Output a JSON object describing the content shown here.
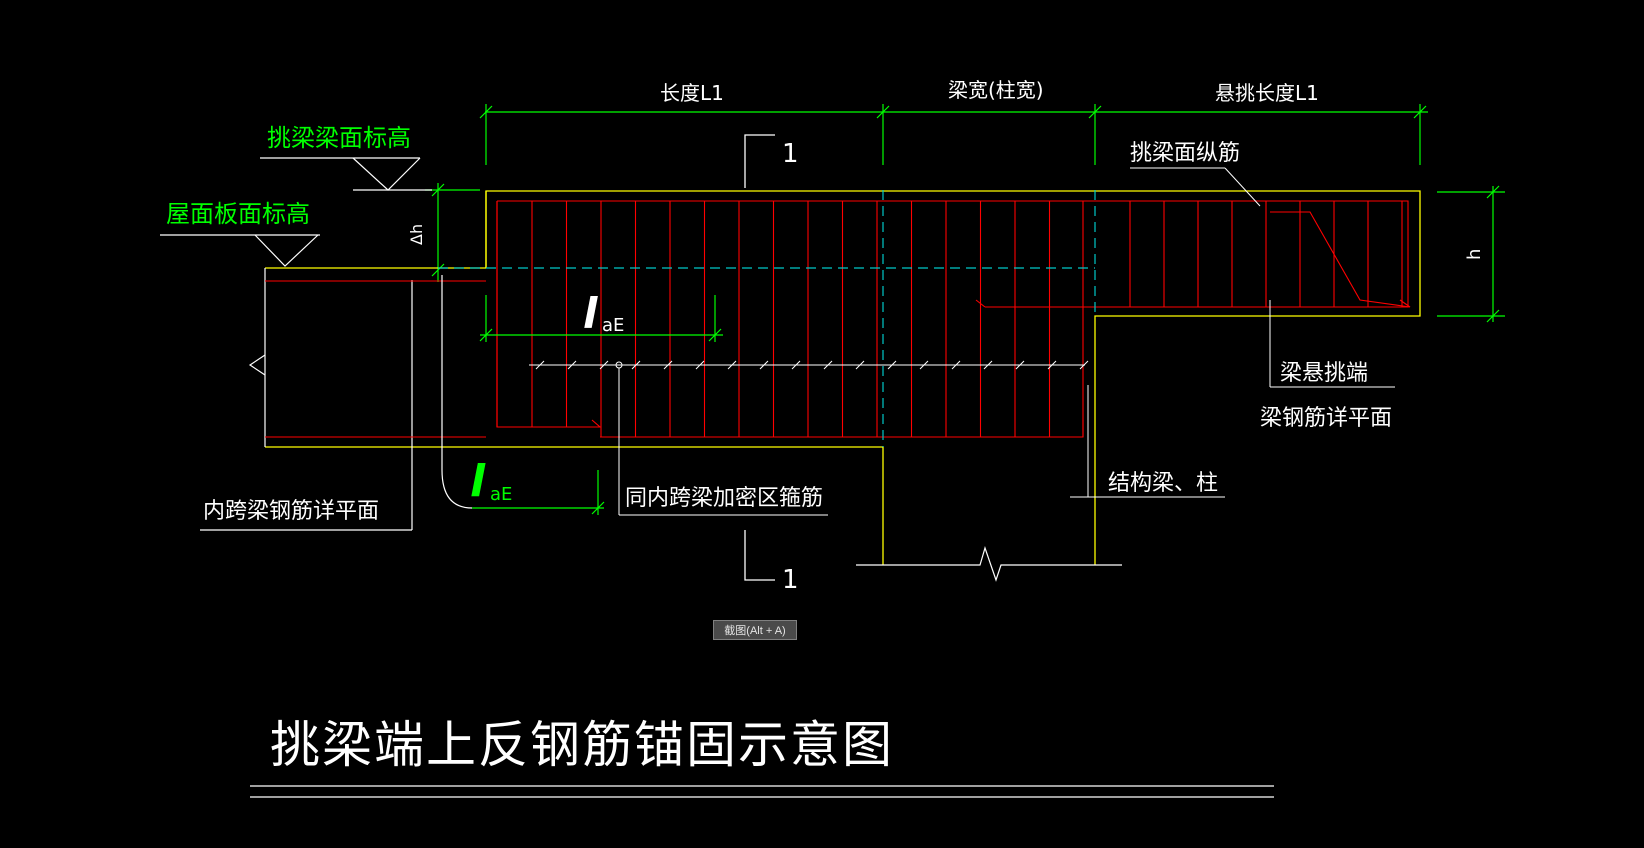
{
  "colors": {
    "background": "#000000",
    "white": "#ffffff",
    "red": "#ff0000",
    "yellow": "#ffff00",
    "green": "#00ff00",
    "cyan": "#00c8c8"
  },
  "dimensions": {
    "length": "长度L1",
    "beam_width": "梁宽(柱宽)",
    "cantilever_length": "悬挑长度L1",
    "delta_h": "Δh",
    "h": "h"
  },
  "section_marks": {
    "top": "1",
    "bottom": "1"
  },
  "elevation_labels": {
    "cantilever_top": "挑梁梁面标高",
    "roof_slab": "屋面板面标高"
  },
  "anchorage": {
    "symbol": "l",
    "subscript": "aE"
  },
  "labels": {
    "top_rebar": "挑梁面纵筋",
    "cantilever_end_1": "梁悬挑端",
    "cantilever_end_2": "梁钢筋详平面",
    "same_stirrups": "同内跨梁加密区箍筋",
    "structure": "结构梁、柱",
    "inner_span": "内跨梁钢筋详平面"
  },
  "tooltip": {
    "text": "截图(Alt + A)"
  },
  "title": "挑梁端上反钢筋锚固示意图"
}
